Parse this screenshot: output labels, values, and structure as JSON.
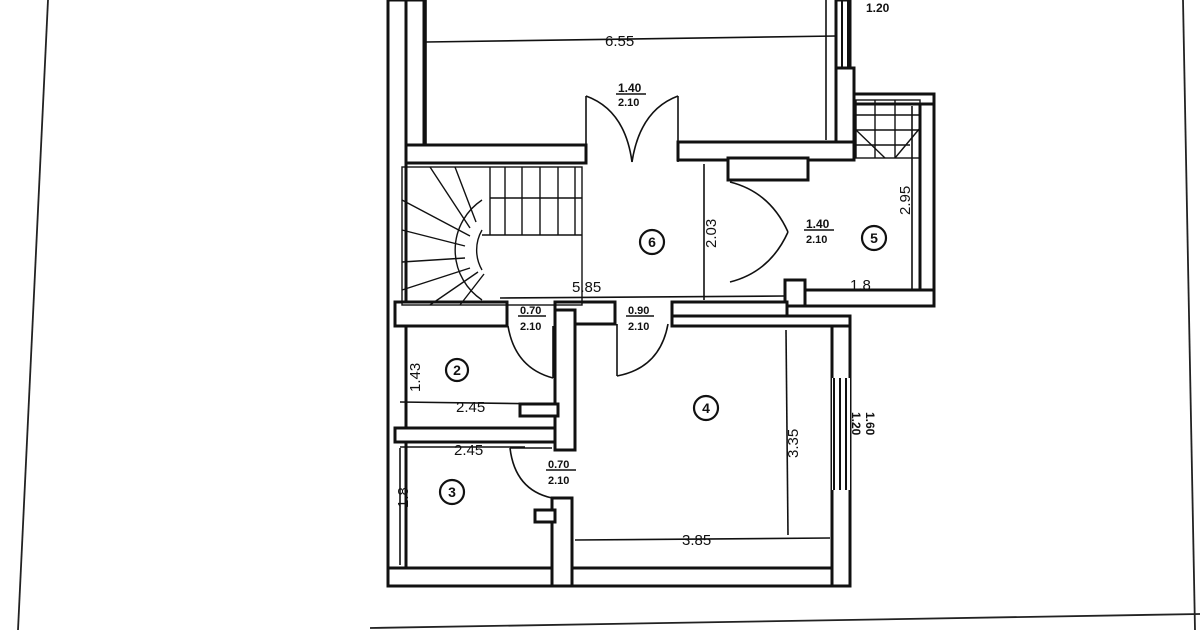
{
  "dimensions": {
    "top_width": "6.55",
    "top_window": "1.20",
    "hall_width": "5.85",
    "hall_height": "2.03",
    "room5_height": "2.95",
    "room5_width": "1.8",
    "room2_height": "1.43",
    "room2_width": "2.45",
    "room3_width": "2.45",
    "room3_height": "1.8",
    "room4_height": "3.35",
    "room4_width": "3.85"
  },
  "doors": {
    "main": {
      "w": "1.40",
      "h": "2.10"
    },
    "room5": {
      "w": "1.40",
      "h": "2.10"
    },
    "room2": {
      "w": "0.70",
      "h": "2.10"
    },
    "room4": {
      "w": "0.90",
      "h": "2.10"
    },
    "room3": {
      "w": "0.70",
      "h": "2.10"
    }
  },
  "window_room4": {
    "w": "1.60",
    "h": "1.20"
  },
  "rooms": [
    "2",
    "3",
    "4",
    "5",
    "6"
  ]
}
